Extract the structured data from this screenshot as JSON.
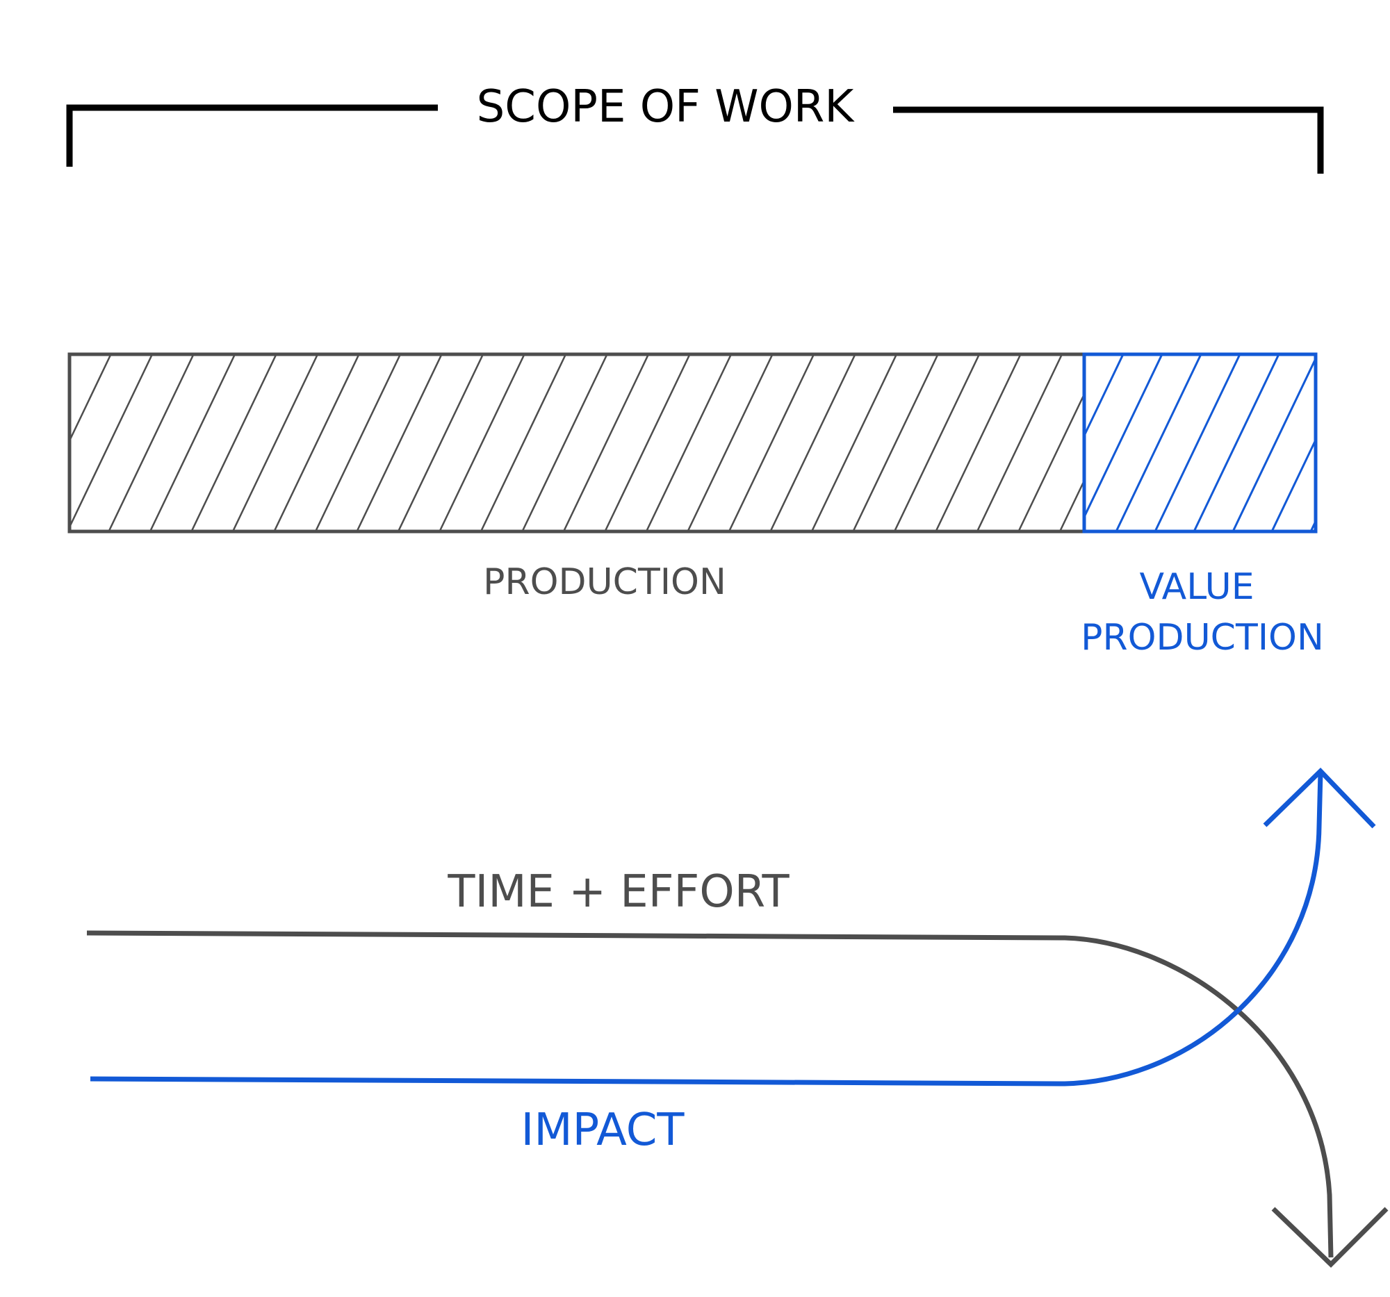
{
  "scope": {
    "title": "SCOPE OF WORK"
  },
  "bar": {
    "production_label": "PRODUCTION",
    "value_label_line1": "VALUE",
    "value_label_line2": "PRODUCTION"
  },
  "curves": {
    "effort_label": "TIME + EFFORT",
    "impact_label": "IMPACT"
  },
  "colors": {
    "black": "#000000",
    "gray": "#4d4d4d",
    "blue": "#1259d6"
  }
}
